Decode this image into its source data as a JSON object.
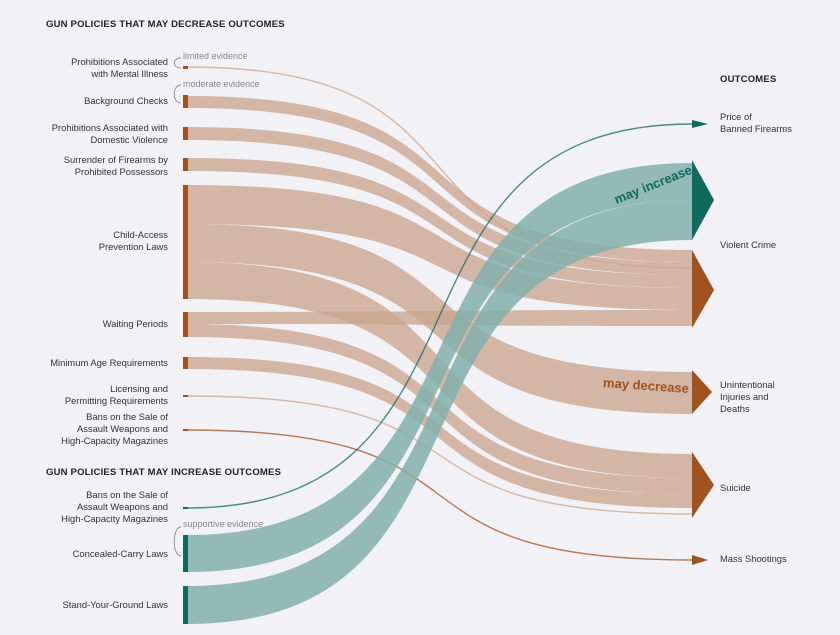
{
  "headers": {
    "decrease": "GUN POLICIES THAT MAY DECREASE OUTCOMES",
    "increase": "GUN POLICIES THAT MAY INCREASE OUTCOMES",
    "outcomes": "OUTCOMES"
  },
  "policies_decrease": [
    {
      "id": "mental",
      "label": "Prohibitions Associated\nwith Mental Illness"
    },
    {
      "id": "bg",
      "label": "Background Checks"
    },
    {
      "id": "dv",
      "label": "Prohibitions Associated with\nDomestic Violence"
    },
    {
      "id": "surr",
      "label": "Surrender of Firearms by\nProhibited Possessors"
    },
    {
      "id": "cap",
      "label": "Child-Access\nPrevention Laws"
    },
    {
      "id": "wait",
      "label": "Waiting Periods"
    },
    {
      "id": "minage",
      "label": "Minimum Age Requirements"
    },
    {
      "id": "lic",
      "label": "Licensing and\nPermitting Requirements"
    },
    {
      "id": "awban",
      "label": "Bans on the Sale of\nAssault Weapons and\nHigh-Capacity Magazines"
    }
  ],
  "policies_increase": [
    {
      "id": "awban2",
      "label": "Bans on the Sale of\nAssault Weapons and\nHigh-Capacity Magazines"
    },
    {
      "id": "cc",
      "label": "Concealed-Carry Laws"
    },
    {
      "id": "syg",
      "label": "Stand-Your-Ground Laws"
    }
  ],
  "outcomes": [
    {
      "id": "price",
      "label": "Price of\nBanned Firearms"
    },
    {
      "id": "violent",
      "label": "Violent Crime"
    },
    {
      "id": "unint",
      "label": "Unintentional\nInjuries and\nDeaths"
    },
    {
      "id": "suicide",
      "label": "Suicide"
    },
    {
      "id": "mass",
      "label": "Mass Shootings"
    }
  ],
  "evidence_levels": {
    "limited": "limited evidence",
    "moderate": "moderate evidence",
    "supportive": "supportive evidence"
  },
  "direction_labels": {
    "increase": "may increase",
    "decrease": "may decrease"
  },
  "flows": [
    {
      "from": "mental",
      "to": "violent",
      "direction": "decrease",
      "evidence": "limited"
    },
    {
      "from": "bg",
      "to": "violent",
      "direction": "decrease",
      "evidence": "moderate"
    },
    {
      "from": "dv",
      "to": "violent",
      "direction": "decrease",
      "evidence": "moderate"
    },
    {
      "from": "surr",
      "to": "violent",
      "direction": "decrease",
      "evidence": "moderate"
    },
    {
      "from": "cap",
      "to": "violent",
      "direction": "decrease",
      "evidence": "moderate"
    },
    {
      "from": "cap",
      "to": "unint",
      "direction": "decrease",
      "evidence": "moderate"
    },
    {
      "from": "cap",
      "to": "suicide",
      "direction": "decrease",
      "evidence": "moderate"
    },
    {
      "from": "wait",
      "to": "violent",
      "direction": "decrease",
      "evidence": "moderate"
    },
    {
      "from": "wait",
      "to": "suicide",
      "direction": "decrease",
      "evidence": "moderate"
    },
    {
      "from": "minage",
      "to": "suicide",
      "direction": "decrease",
      "evidence": "moderate"
    },
    {
      "from": "lic",
      "to": "suicide",
      "direction": "decrease",
      "evidence": "limited"
    },
    {
      "from": "awban",
      "to": "mass",
      "direction": "decrease",
      "evidence": "limited"
    },
    {
      "from": "awban2",
      "to": "price",
      "direction": "increase",
      "evidence": "limited"
    },
    {
      "from": "cc",
      "to": "violent",
      "direction": "increase",
      "evidence": "supportive"
    },
    {
      "from": "syg",
      "to": "violent",
      "direction": "increase",
      "evidence": "supportive"
    }
  ],
  "colors": {
    "decrease": "#a0521f",
    "decrease_band": "#caa58f",
    "increase": "#116a5e",
    "increase_band": "#83b0ac",
    "background": "#f2f1f6"
  }
}
